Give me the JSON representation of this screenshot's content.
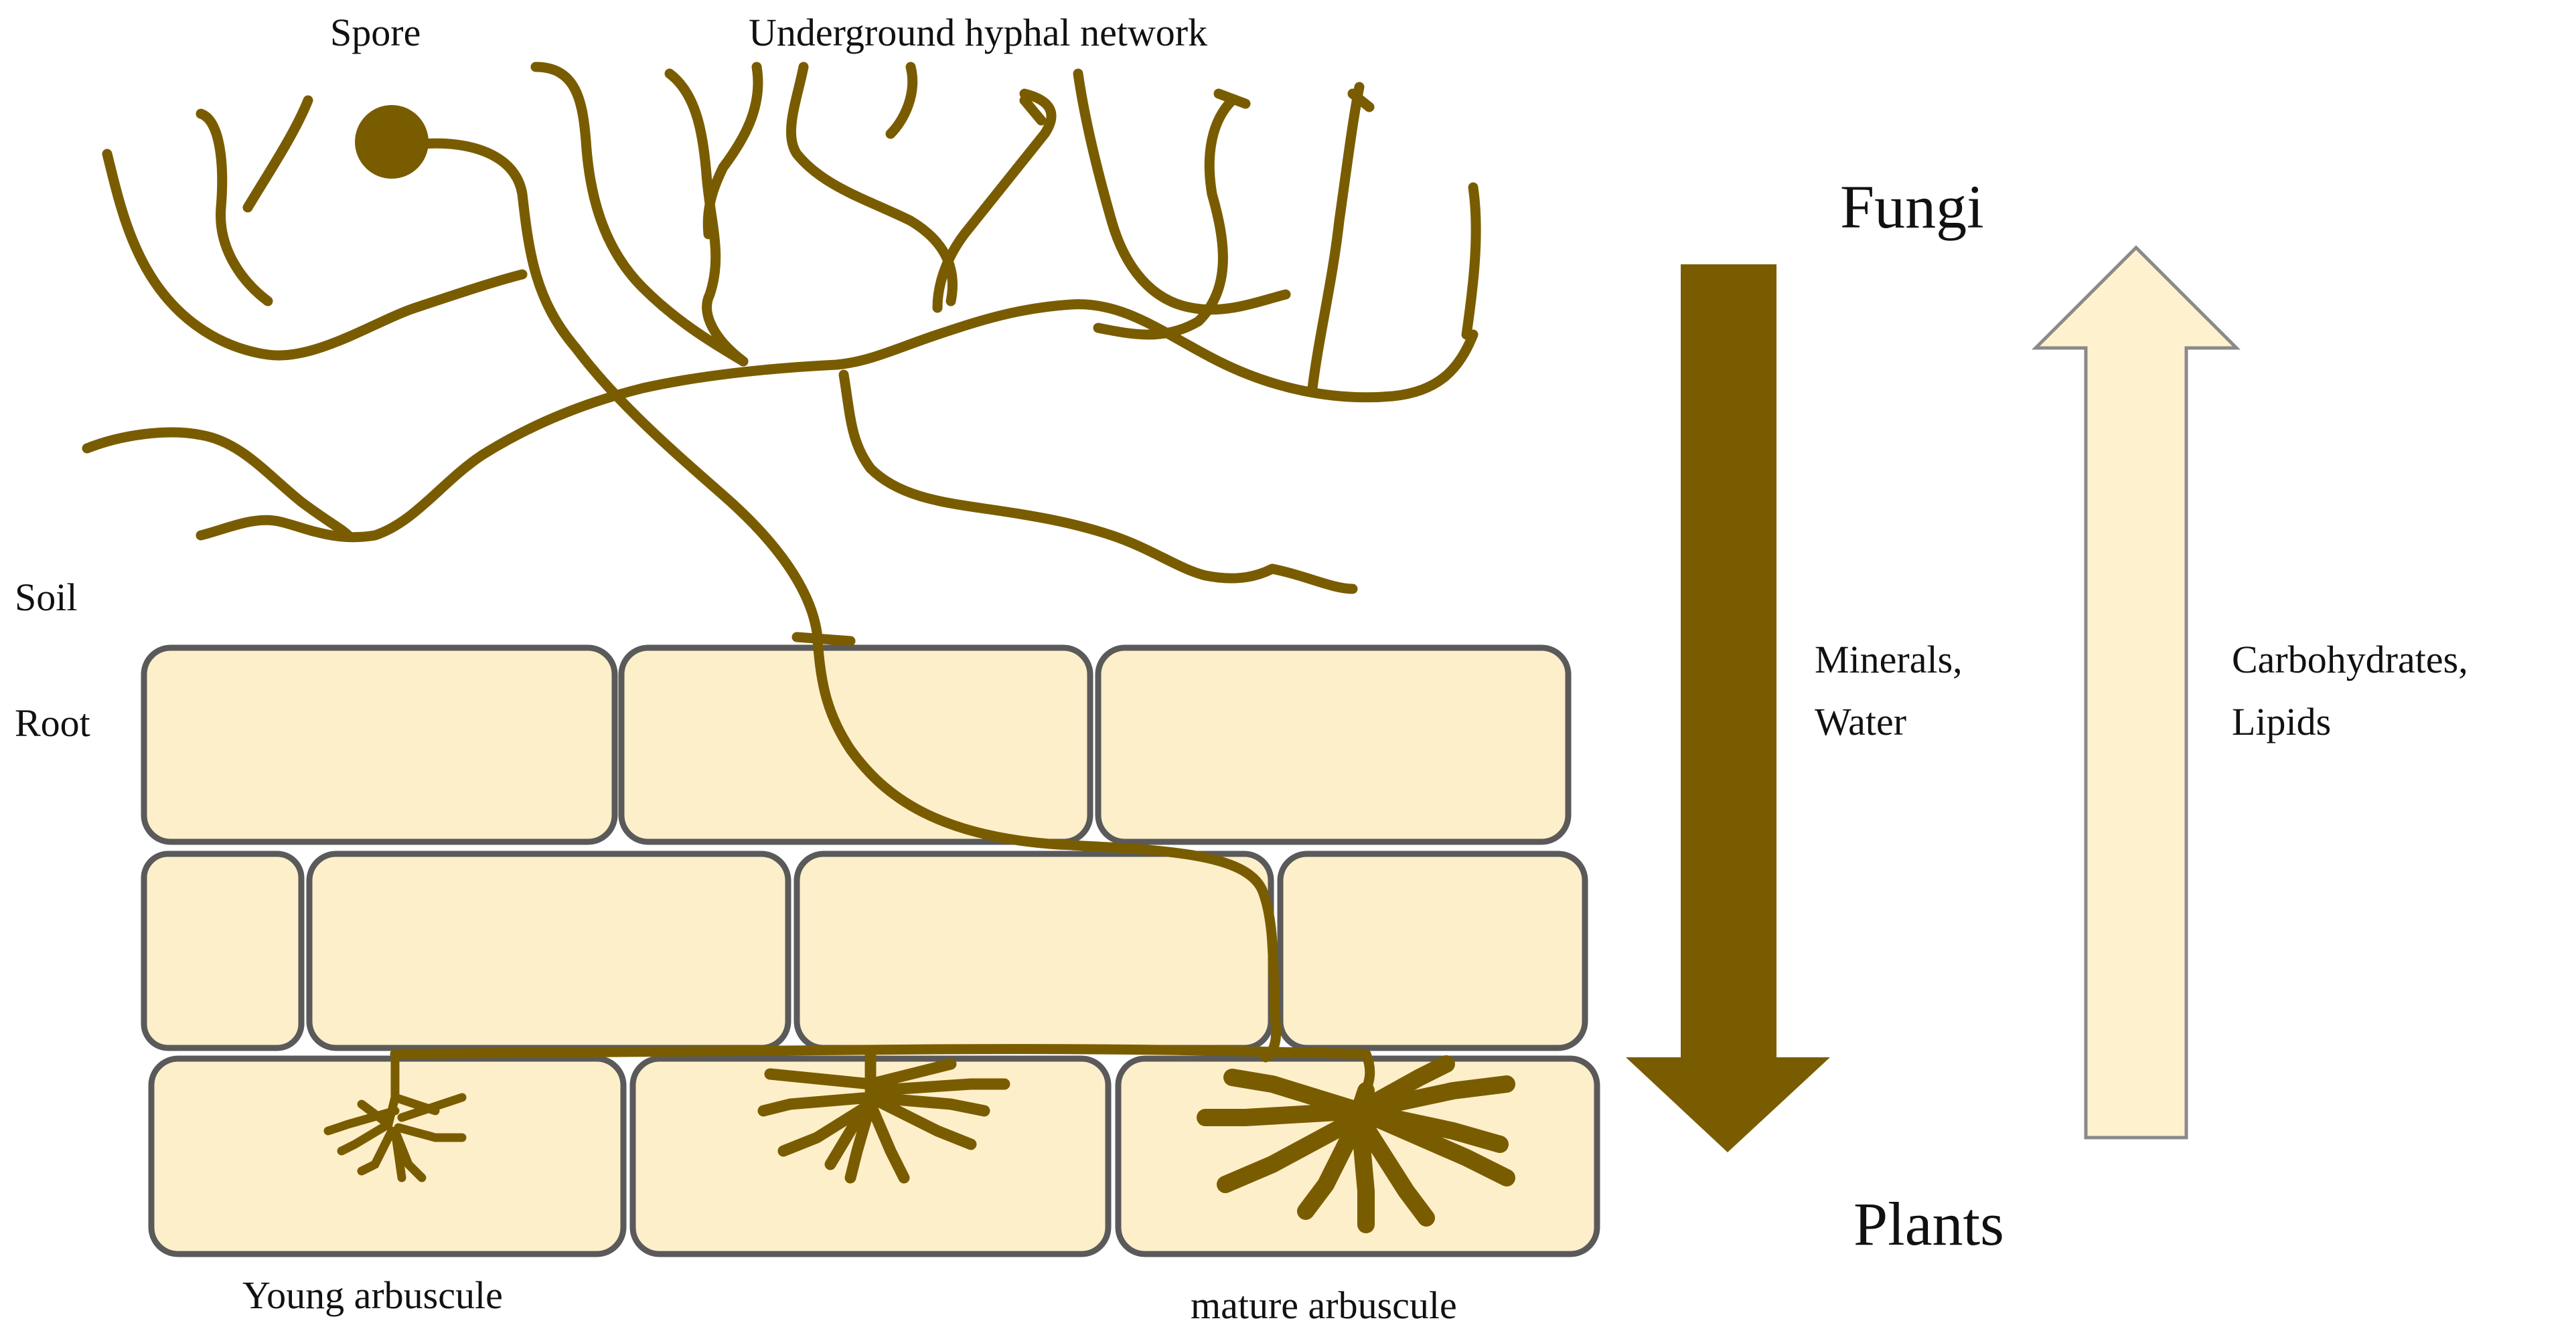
{
  "labels": {
    "spore": "Spore",
    "network": "Underground hyphal network",
    "soil": "Soil",
    "root": "Root",
    "young": "Young arbuscule",
    "mature": "mature arbuscule",
    "fungi": "Fungi",
    "plants": "Plants",
    "down_line1": "Minerals,",
    "down_line2": "Water",
    "up_line1": "Carbohydrates,",
    "up_line2": "Lipids"
  },
  "colors": {
    "hypha": "#7A5C00",
    "cell_fill": "#FEEFCB",
    "cell_border": "#5a5a5a",
    "down_arrow": "#7A5C00",
    "up_arrow_fill": "#FEF1CE",
    "up_arrow_border": "#8a8a8a"
  }
}
